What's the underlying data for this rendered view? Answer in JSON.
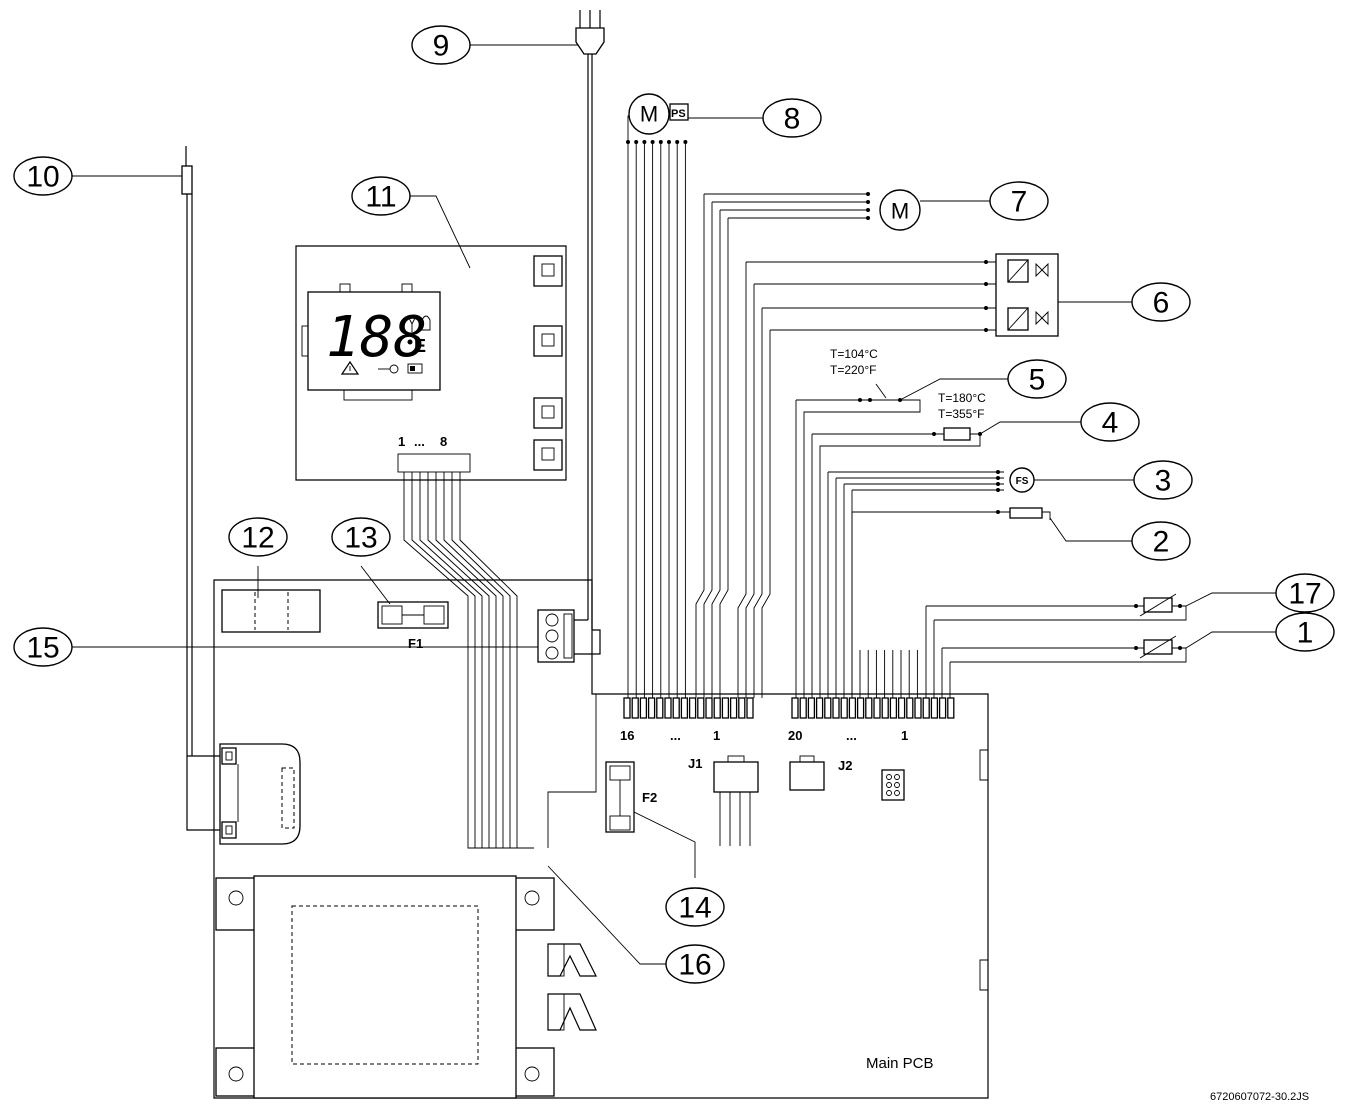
{
  "diagram": {
    "callouts": [
      "1",
      "2",
      "3",
      "4",
      "5",
      "6",
      "7",
      "8",
      "9",
      "10",
      "11",
      "12",
      "13",
      "14",
      "15",
      "16",
      "17"
    ],
    "labels": {
      "main_pcb": "Main PCB",
      "j1": "J1",
      "j2": "J2",
      "f1": "F1",
      "f2": "F2",
      "j1_left": "16",
      "j1_mid": "...",
      "j1_right": "1",
      "j2_left": "20",
      "j2_mid": "...",
      "j2_right": "1",
      "display_left": "1",
      "display_mid": "...",
      "display_right": "8",
      "motor_m": "M",
      "ps": "PS",
      "fs": "FS",
      "t5_c": "T=104°C",
      "t5_f": "T=220°F",
      "t4_c": "T=180°C",
      "t4_f": "T=355°F",
      "lcd_digits": "188",
      "lcd_unit": "E",
      "reference": "6720607072-30.2JS"
    }
  }
}
